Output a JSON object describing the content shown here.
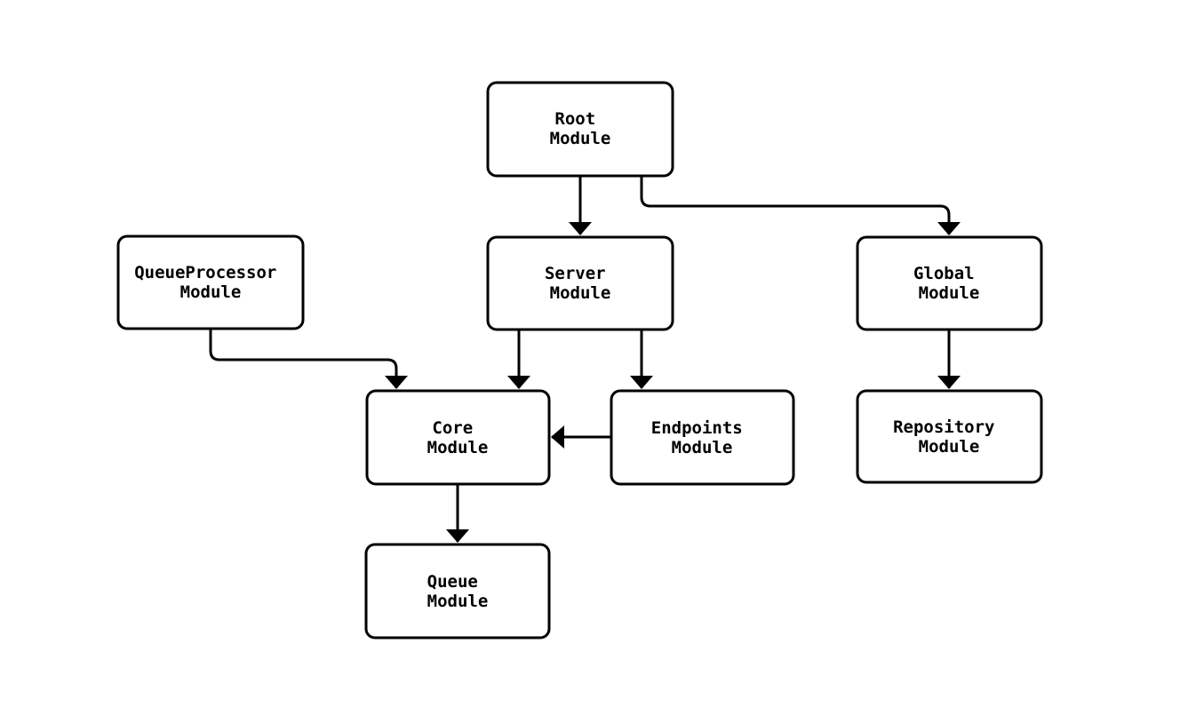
{
  "diagram": {
    "type": "flowchart",
    "background_color": "#ffffff",
    "line_color": "#000000",
    "node_fill_color": "#ffffff",
    "node_text_color": "#000000",
    "nodes": {
      "root": {
        "line1": "Root",
        "line2": "Module"
      },
      "queueprocessor": {
        "line1": "QueueProcessor",
        "line2": "Module"
      },
      "server": {
        "line1": "Server",
        "line2": "Module"
      },
      "global": {
        "line1": "Global",
        "line2": "Module"
      },
      "core": {
        "line1": "Core",
        "line2": "Module"
      },
      "endpoints": {
        "line1": "Endpoints",
        "line2": "Module"
      },
      "repository": {
        "line1": "Repository",
        "line2": "Module"
      },
      "queue": {
        "line1": "Queue",
        "line2": "Module"
      }
    },
    "edges": [
      {
        "from": "Root Module",
        "to": "Server Module"
      },
      {
        "from": "Root Module",
        "to": "Global Module"
      },
      {
        "from": "QueueProcessor Module",
        "to": "Core Module"
      },
      {
        "from": "Server Module",
        "to": "Core Module"
      },
      {
        "from": "Server Module",
        "to": "Endpoints Module"
      },
      {
        "from": "Endpoints Module",
        "to": "Core Module"
      },
      {
        "from": "Global Module",
        "to": "Repository Module"
      },
      {
        "from": "Core Module",
        "to": "Queue Module"
      }
    ]
  }
}
